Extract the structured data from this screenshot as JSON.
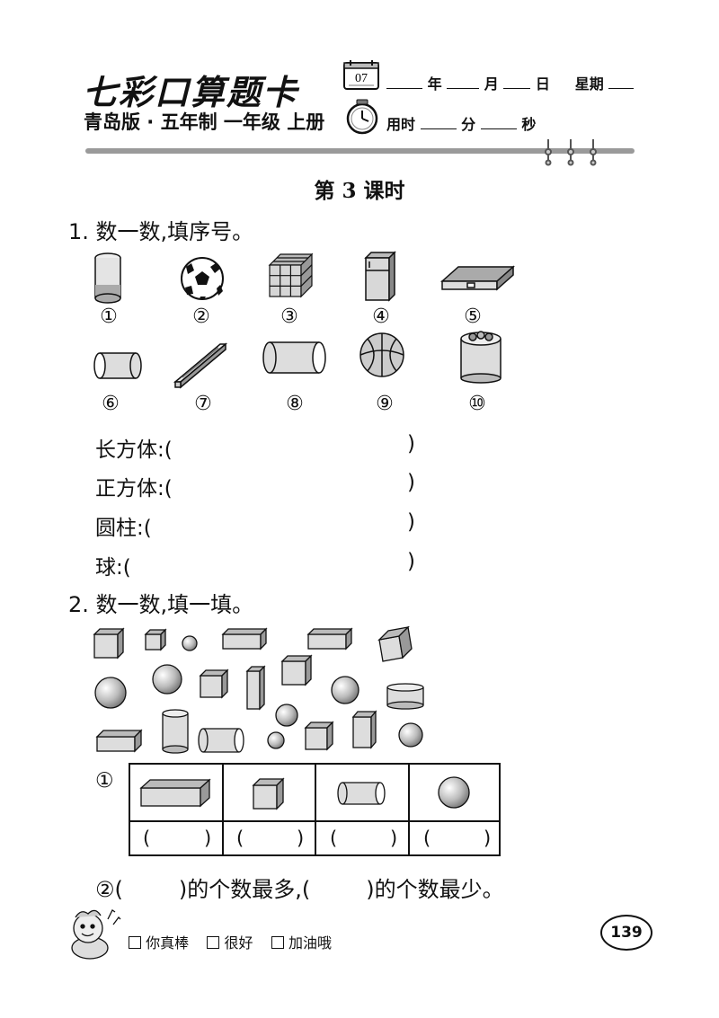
{
  "header": {
    "brand": "七彩口算题卡",
    "edition": "青岛版 · 五年制 一年级 上册",
    "calendar_number": "07",
    "date_labels": [
      "年",
      "月",
      "日",
      "星期"
    ],
    "time_labels": [
      "用时",
      "分",
      "秒"
    ]
  },
  "lesson_title": "第 3 课时",
  "q1": {
    "prompt": "1. 数一数,填序号。",
    "numbers": [
      "①",
      "②",
      "③",
      "④",
      "⑤",
      "⑥",
      "⑦",
      "⑧",
      "⑨",
      "⑩"
    ],
    "categories": [
      "长方体:(",
      "正方体:(",
      "圆柱:(",
      "球:("
    ],
    "close": ")"
  },
  "q2": {
    "prompt": "2. 数一数,填一填。",
    "sub1_marker": "①",
    "table_paren_open": "(",
    "table_paren_close": ")",
    "sub2": {
      "marker": "②(",
      "middle": ")的个数最多,(",
      "end": ")的个数最少。"
    }
  },
  "footer": {
    "checks": [
      "你真棒",
      "很好",
      "加油哦"
    ],
    "page_number": "139"
  },
  "icons": [
    "calendar-icon",
    "clock-icon",
    "mascot-icon",
    "binder-rings-icon"
  ]
}
